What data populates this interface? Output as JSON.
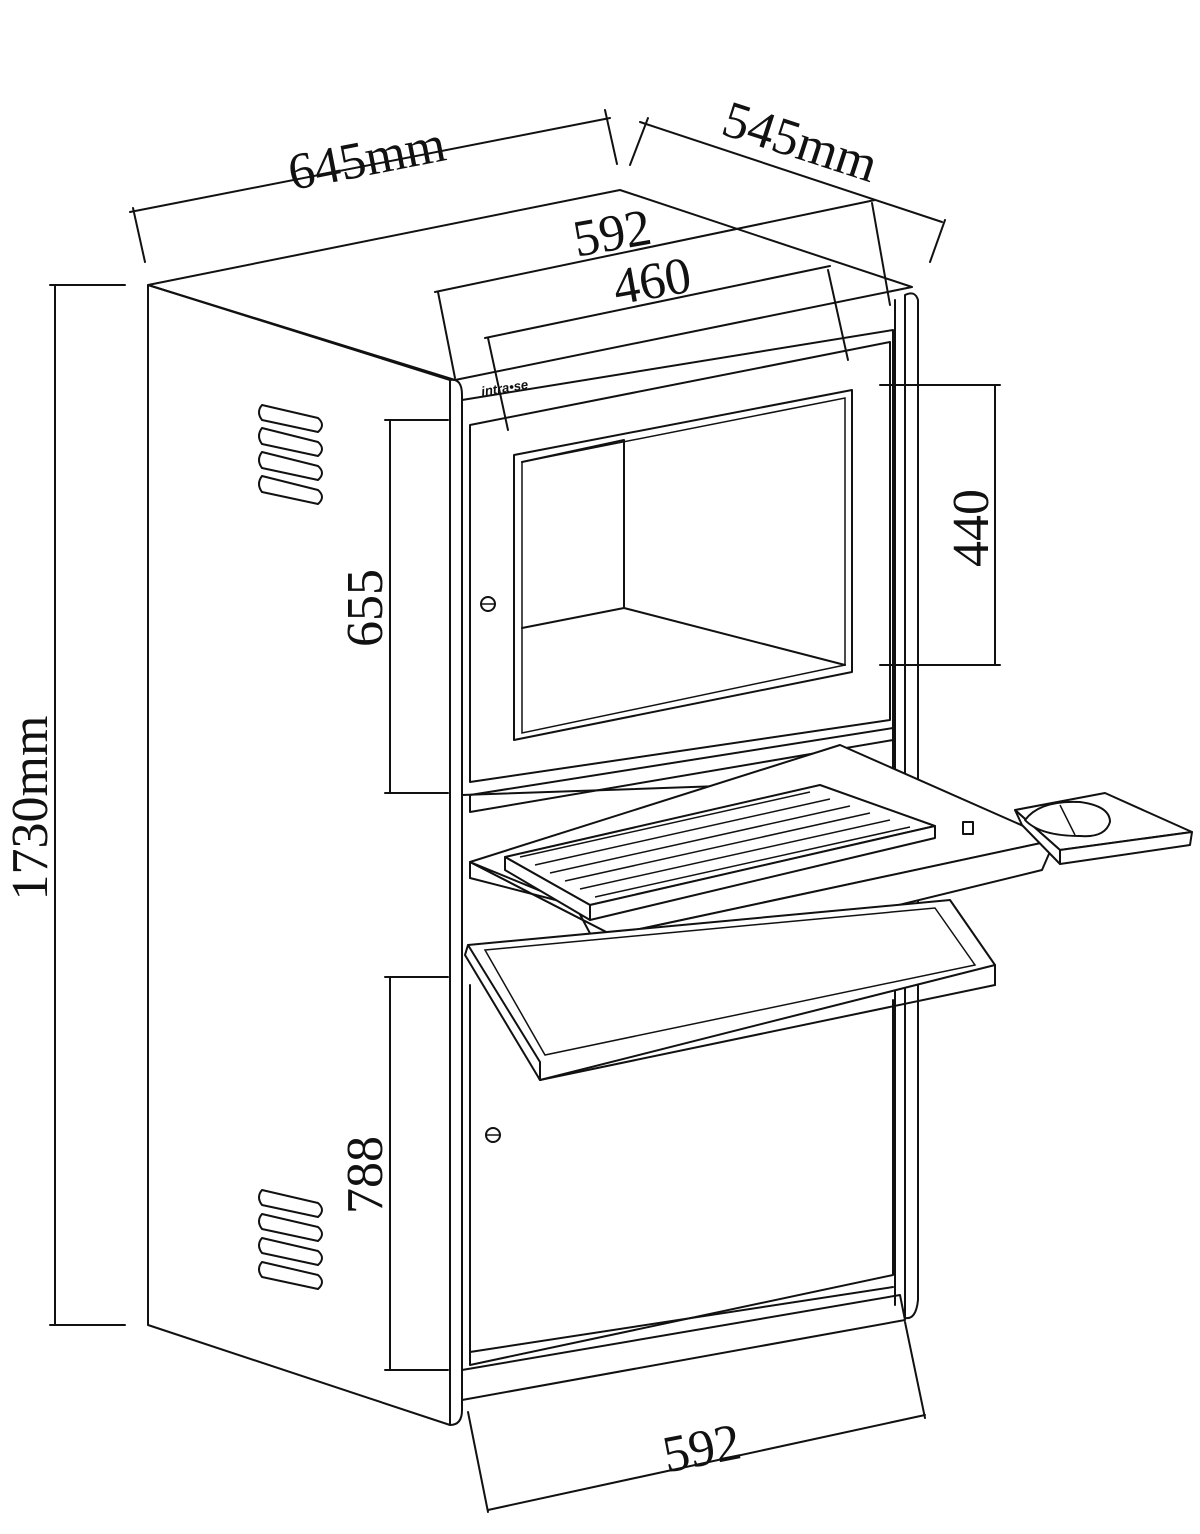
{
  "brand": "intra•se",
  "dimensions": {
    "width_top": "645mm",
    "depth": "545mm",
    "inner_width": "592",
    "screen_width": "460",
    "screen_height": "440",
    "upper_door_height": "655",
    "lower_door_height": "788",
    "total_height": "1730mm",
    "base_width": "592"
  }
}
